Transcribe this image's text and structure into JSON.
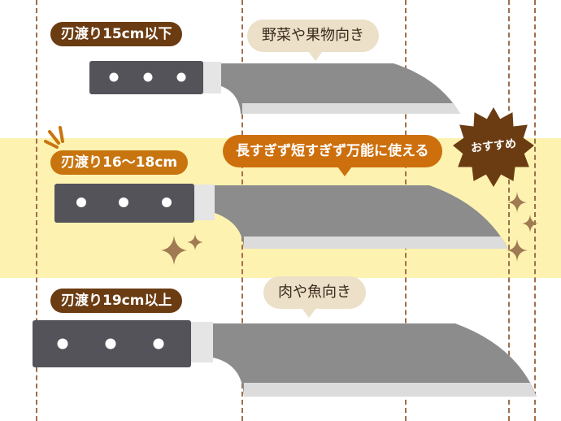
{
  "colors": {
    "band": "#fdf2b0",
    "guide_line": "#a06e4c",
    "tag_dark": "#6b3c12",
    "tag_mid": "#c8750f",
    "bubble_cream": "#ece0c9",
    "bubble_orange": "#cd6f0d",
    "handle": "#54535a",
    "blade": "#8c8c8d",
    "edge": "#dcdcdc",
    "badge": "#6b3c12",
    "sparkle": "#a07a52"
  },
  "knives": [
    {
      "size_label": "刃渡り15cm以下",
      "use_label": "野菜や果物向き"
    },
    {
      "size_label": "刃渡り16〜18cm",
      "use_label": "長すぎず短すぎず万能に使える"
    },
    {
      "size_label": "刃渡り19cm以上",
      "use_label": "肉や魚向き"
    }
  ],
  "badge": {
    "label": "おすすめ"
  }
}
